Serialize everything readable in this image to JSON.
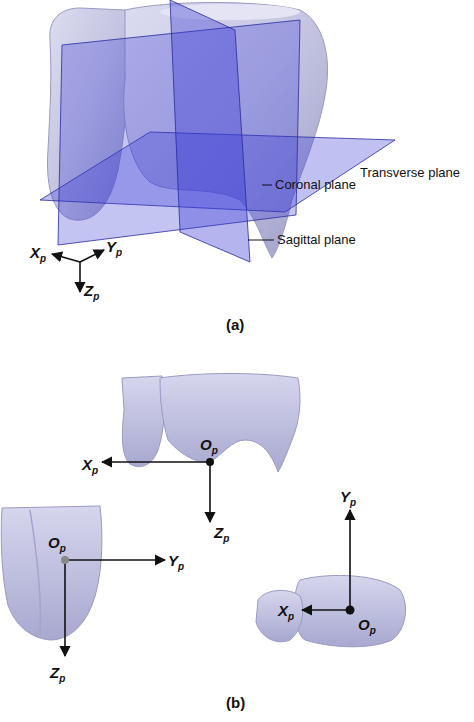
{
  "diagram": {
    "labels": [
      "Transverse plane",
      "Coronal plane",
      "Sagittal plane",
      "Xp",
      "Yp",
      "Zp",
      "(a)",
      "Xp",
      "Op",
      "Zp",
      "Op",
      "Yp",
      "Zp",
      "Yp",
      "Xp",
      "Op",
      "(b)"
    ]
  }
}
